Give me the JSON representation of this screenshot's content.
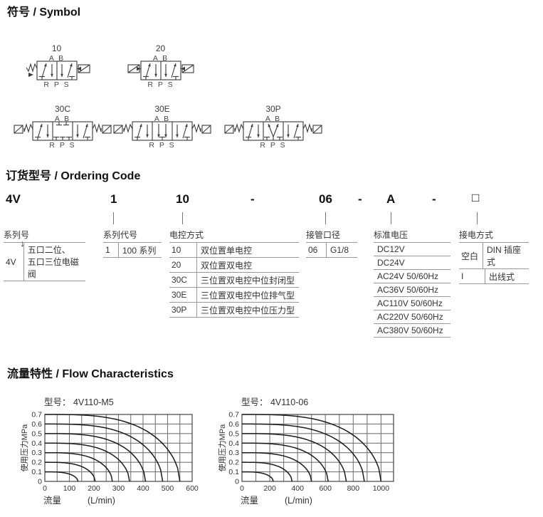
{
  "symbol": {
    "title": "符号 / Symbol",
    "valves": [
      {
        "label": "10",
        "ports_top": "A B",
        "ports_bottom": "R P S",
        "cells": [
          "powerL",
          "powerR"
        ],
        "left_end": "spring-pilot",
        "right_end": "solenoid"
      },
      {
        "label": "20",
        "ports_top": "A B",
        "ports_bottom": "R P S",
        "cells": [
          "powerL",
          "powerR"
        ],
        "left_end": "solenoid",
        "right_end": "solenoid"
      },
      {
        "label": "30C",
        "ports_top": "A B",
        "ports_bottom": "R P S",
        "cells": [
          "powerL",
          "closed",
          "powerR"
        ],
        "left_end": "spring-solenoid",
        "right_end": "spring-solenoid"
      },
      {
        "label": "30E",
        "ports_top": "A B",
        "ports_bottom": "R P S",
        "cells": [
          "powerL",
          "exhaust",
          "powerR"
        ],
        "left_end": "spring-solenoid",
        "right_end": "spring-solenoid"
      },
      {
        "label": "30P",
        "ports_top": "A B",
        "ports_bottom": "R P S",
        "cells": [
          "powerL",
          "pressure",
          "powerR"
        ],
        "left_end": "spring-solenoid",
        "right_end": "spring-solenoid"
      }
    ]
  },
  "ordering": {
    "title": "订货型号 / Ordering Code",
    "code_segments": [
      "4V",
      "1",
      "10",
      "-",
      "06",
      "-",
      "A",
      "-",
      "□"
    ],
    "columns": [
      {
        "label": "系列号",
        "arrow": true,
        "rows": [
          [
            "4V",
            "五口二位、\n五口三位电磁阀"
          ]
        ]
      },
      {
        "label": "系列代号",
        "rows": [
          [
            "1",
            "100 系列"
          ]
        ]
      },
      {
        "label": "电控方式",
        "rows": [
          [
            "10",
            "双位置单电控"
          ],
          [
            "20",
            "双位置双电控"
          ],
          [
            "30C",
            "三位置双电控中位封闭型"
          ],
          [
            "30E",
            "三位置双电控中位排气型"
          ],
          [
            "30P",
            "三位置双电控中位压力型"
          ]
        ]
      },
      {
        "label": "接管口径",
        "rows": [
          [
            "06",
            "G1/8"
          ]
        ]
      },
      {
        "label": "标准电压",
        "rows": [
          [
            "DC12V"
          ],
          [
            "DC24V"
          ],
          [
            "AC24V 50/60Hz"
          ],
          [
            "AC36V 50/60Hz"
          ],
          [
            "AC110V 50/60Hz"
          ],
          [
            "AC220V 50/60Hz"
          ],
          [
            "AC380V 50/60Hz"
          ]
        ]
      },
      {
        "label": "接电方式",
        "rows": [
          [
            "空白",
            "DIN 插座式"
          ],
          [
            "I",
            "出线式"
          ]
        ]
      }
    ]
  },
  "flow": {
    "title": "流量特性 / Flow Characteristics"
  },
  "chart_data": [
    {
      "type": "line",
      "title": "型号： 4V110-M5",
      "xlabel": "流量 (L/min)",
      "xlabel_parts": [
        "流量",
        "(L/min)"
      ],
      "ylabel": "使用压力MPa",
      "xlim": [
        0,
        600
      ],
      "ylim": [
        0,
        0.7
      ],
      "x_ticks": [
        0,
        100,
        200,
        300,
        400,
        500,
        600
      ],
      "y_ticks": [
        0,
        0.1,
        0.2,
        0.3,
        0.4,
        0.5,
        0.6,
        0.7
      ],
      "grid": true,
      "grid_step_x": 50,
      "grid_step_y": 0.1,
      "legend": false,
      "series": [
        {
          "name": "inlet 0.7 MPa",
          "start_pressure_MPa": 0.7,
          "max_flow_L_min": 550
        },
        {
          "name": "inlet 0.6 MPa",
          "start_pressure_MPa": 0.6,
          "max_flow_L_min": 480
        },
        {
          "name": "inlet 0.5 MPa",
          "start_pressure_MPa": 0.5,
          "max_flow_L_min": 410
        },
        {
          "name": "inlet 0.4 MPa",
          "start_pressure_MPa": 0.4,
          "max_flow_L_min": 345
        },
        {
          "name": "inlet 0.3 MPa",
          "start_pressure_MPa": 0.3,
          "max_flow_L_min": 275
        },
        {
          "name": "inlet 0.2 MPa",
          "start_pressure_MPa": 0.2,
          "max_flow_L_min": 205
        },
        {
          "name": "inlet 0.1 MPa",
          "start_pressure_MPa": 0.1,
          "max_flow_L_min": 135
        }
      ]
    },
    {
      "type": "line",
      "title": "型号： 4V110-06",
      "xlabel": "流量 (L/min)",
      "xlabel_parts": [
        "流量",
        "(L/min)"
      ],
      "ylabel": "使用压力MPa",
      "xlim": [
        0,
        1090
      ],
      "ylim": [
        0,
        0.7
      ],
      "x_ticks": [
        0,
        200,
        400,
        600,
        800,
        1000
      ],
      "y_ticks": [
        0,
        0.1,
        0.2,
        0.3,
        0.4,
        0.5,
        0.6,
        0.7
      ],
      "grid": true,
      "grid_step_x": 100,
      "grid_step_y": 0.1,
      "legend": false,
      "series": [
        {
          "name": "inlet 0.7 MPa",
          "start_pressure_MPa": 0.7,
          "max_flow_L_min": 1000
        },
        {
          "name": "inlet 0.6 MPa",
          "start_pressure_MPa": 0.6,
          "max_flow_L_min": 880
        },
        {
          "name": "inlet 0.5 MPa",
          "start_pressure_MPa": 0.5,
          "max_flow_L_min": 750
        },
        {
          "name": "inlet 0.4 MPa",
          "start_pressure_MPa": 0.4,
          "max_flow_L_min": 620
        },
        {
          "name": "inlet 0.3 MPa",
          "start_pressure_MPa": 0.3,
          "max_flow_L_min": 500
        },
        {
          "name": "inlet 0.2 MPa",
          "start_pressure_MPa": 0.2,
          "max_flow_L_min": 360
        },
        {
          "name": "inlet 0.1 MPa",
          "start_pressure_MPa": 0.1,
          "max_flow_L_min": 225
        }
      ]
    }
  ]
}
